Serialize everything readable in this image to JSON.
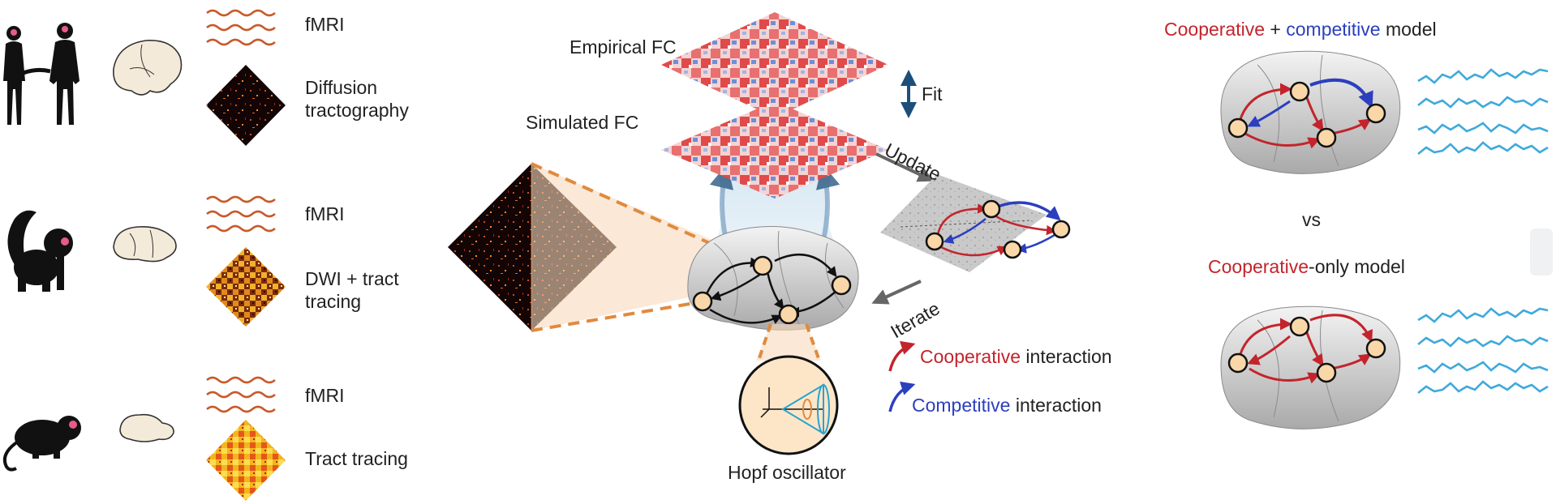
{
  "species": [
    {
      "name": "human",
      "modalities": [
        {
          "label": "fMRI"
        },
        {
          "label": "Diffusion tractography"
        }
      ]
    },
    {
      "name": "macaque",
      "modalities": [
        {
          "label": "fMRI"
        },
        {
          "label": "DWI + tract tracing"
        }
      ]
    },
    {
      "name": "mouse",
      "modalities": [
        {
          "label": "fMRI"
        },
        {
          "label": "Tract tracing"
        }
      ]
    }
  ],
  "center": {
    "empirical_fc": "Empirical FC",
    "simulated_fc": "Simulated FC",
    "fit": "Fit",
    "update": "Update",
    "iterate": "Iterate",
    "hopf": "Hopf oscillator"
  },
  "legend": {
    "cooperative_word": "Cooperative",
    "cooperative_rest": " interaction",
    "competitive_word": "Competitive",
    "competitive_rest": " interaction"
  },
  "right": {
    "model1_cooperative": "Cooperative",
    "model1_plus": " + ",
    "model1_competitive": "competitive",
    "model1_rest": " model",
    "vs": "vs",
    "model2_cooperative": "Cooperative",
    "model2_rest": "-only model"
  },
  "colors": {
    "cooperative": "#c3242b",
    "competitive": "#2c3fbf",
    "fmri_trace": "#c85a2a",
    "sim_trace": "#3fa9dc",
    "node_fill": "#f9d7a8",
    "arrow_dark": "#1d4e7a"
  }
}
